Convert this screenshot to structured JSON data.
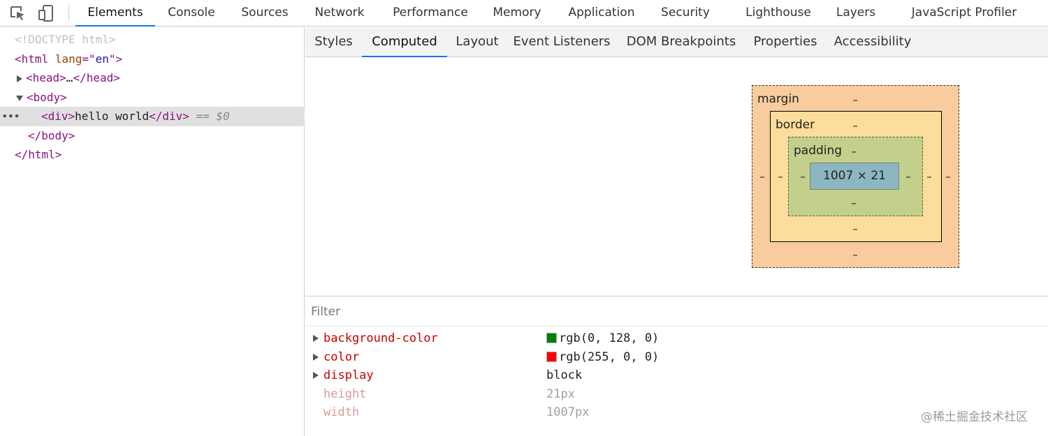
{
  "toolbar": {
    "inspect_icon": "inspect-cursor-icon",
    "device_icon": "device-toggle-icon"
  },
  "top_tabs": [
    "Elements",
    "Console",
    "Sources",
    "Network",
    "Performance",
    "Memory",
    "Application",
    "Security",
    "Lighthouse",
    "Layers",
    "JavaScript Profiler"
  ],
  "active_top_tab": "Elements",
  "dom": {
    "doctype": "<!DOCTYPE html>",
    "html_open": "<html",
    "html_attr_name": "lang",
    "html_attr_eq": "=\"",
    "html_attr_value": "en",
    "html_attr_close": "\">",
    "head": "<head>",
    "head_ellipsis": "…",
    "head_close": "</head>",
    "body_open": "<body>",
    "div_open": "<div>",
    "div_text": "hello world",
    "div_close": "</div>",
    "selected_marker": "== $0",
    "body_close": "</body>",
    "html_close": "</html>",
    "dots": "•••"
  },
  "sub_tabs": [
    "Styles",
    "Computed",
    "Layout",
    "Event Listeners",
    "DOM Breakpoints",
    "Properties",
    "Accessibility"
  ],
  "active_sub_tab": "Computed",
  "box_model": {
    "margin_label": "margin",
    "border_label": "border",
    "padding_label": "padding",
    "content_size": "1007 × 21",
    "dash": "–",
    "colors": {
      "margin": "#f9cc9d",
      "border": "#fddd9b",
      "padding": "#c3d08b",
      "content": "#8cb6c0"
    }
  },
  "filter": {
    "placeholder": "Filter"
  },
  "computed_props": [
    {
      "name": "background-color",
      "value": "rgb(0, 128, 0)",
      "swatch": "#008000",
      "expandable": true,
      "inherited": false
    },
    {
      "name": "color",
      "value": "rgb(255, 0, 0)",
      "swatch": "#ff0000",
      "expandable": true,
      "inherited": false
    },
    {
      "name": "display",
      "value": "block",
      "swatch": null,
      "expandable": true,
      "inherited": false
    },
    {
      "name": "height",
      "value": "21px",
      "swatch": null,
      "expandable": false,
      "inherited": true
    },
    {
      "name": "width",
      "value": "1007px",
      "swatch": null,
      "expandable": false,
      "inherited": true
    }
  ],
  "watermark": "@稀土掘金技术社区"
}
